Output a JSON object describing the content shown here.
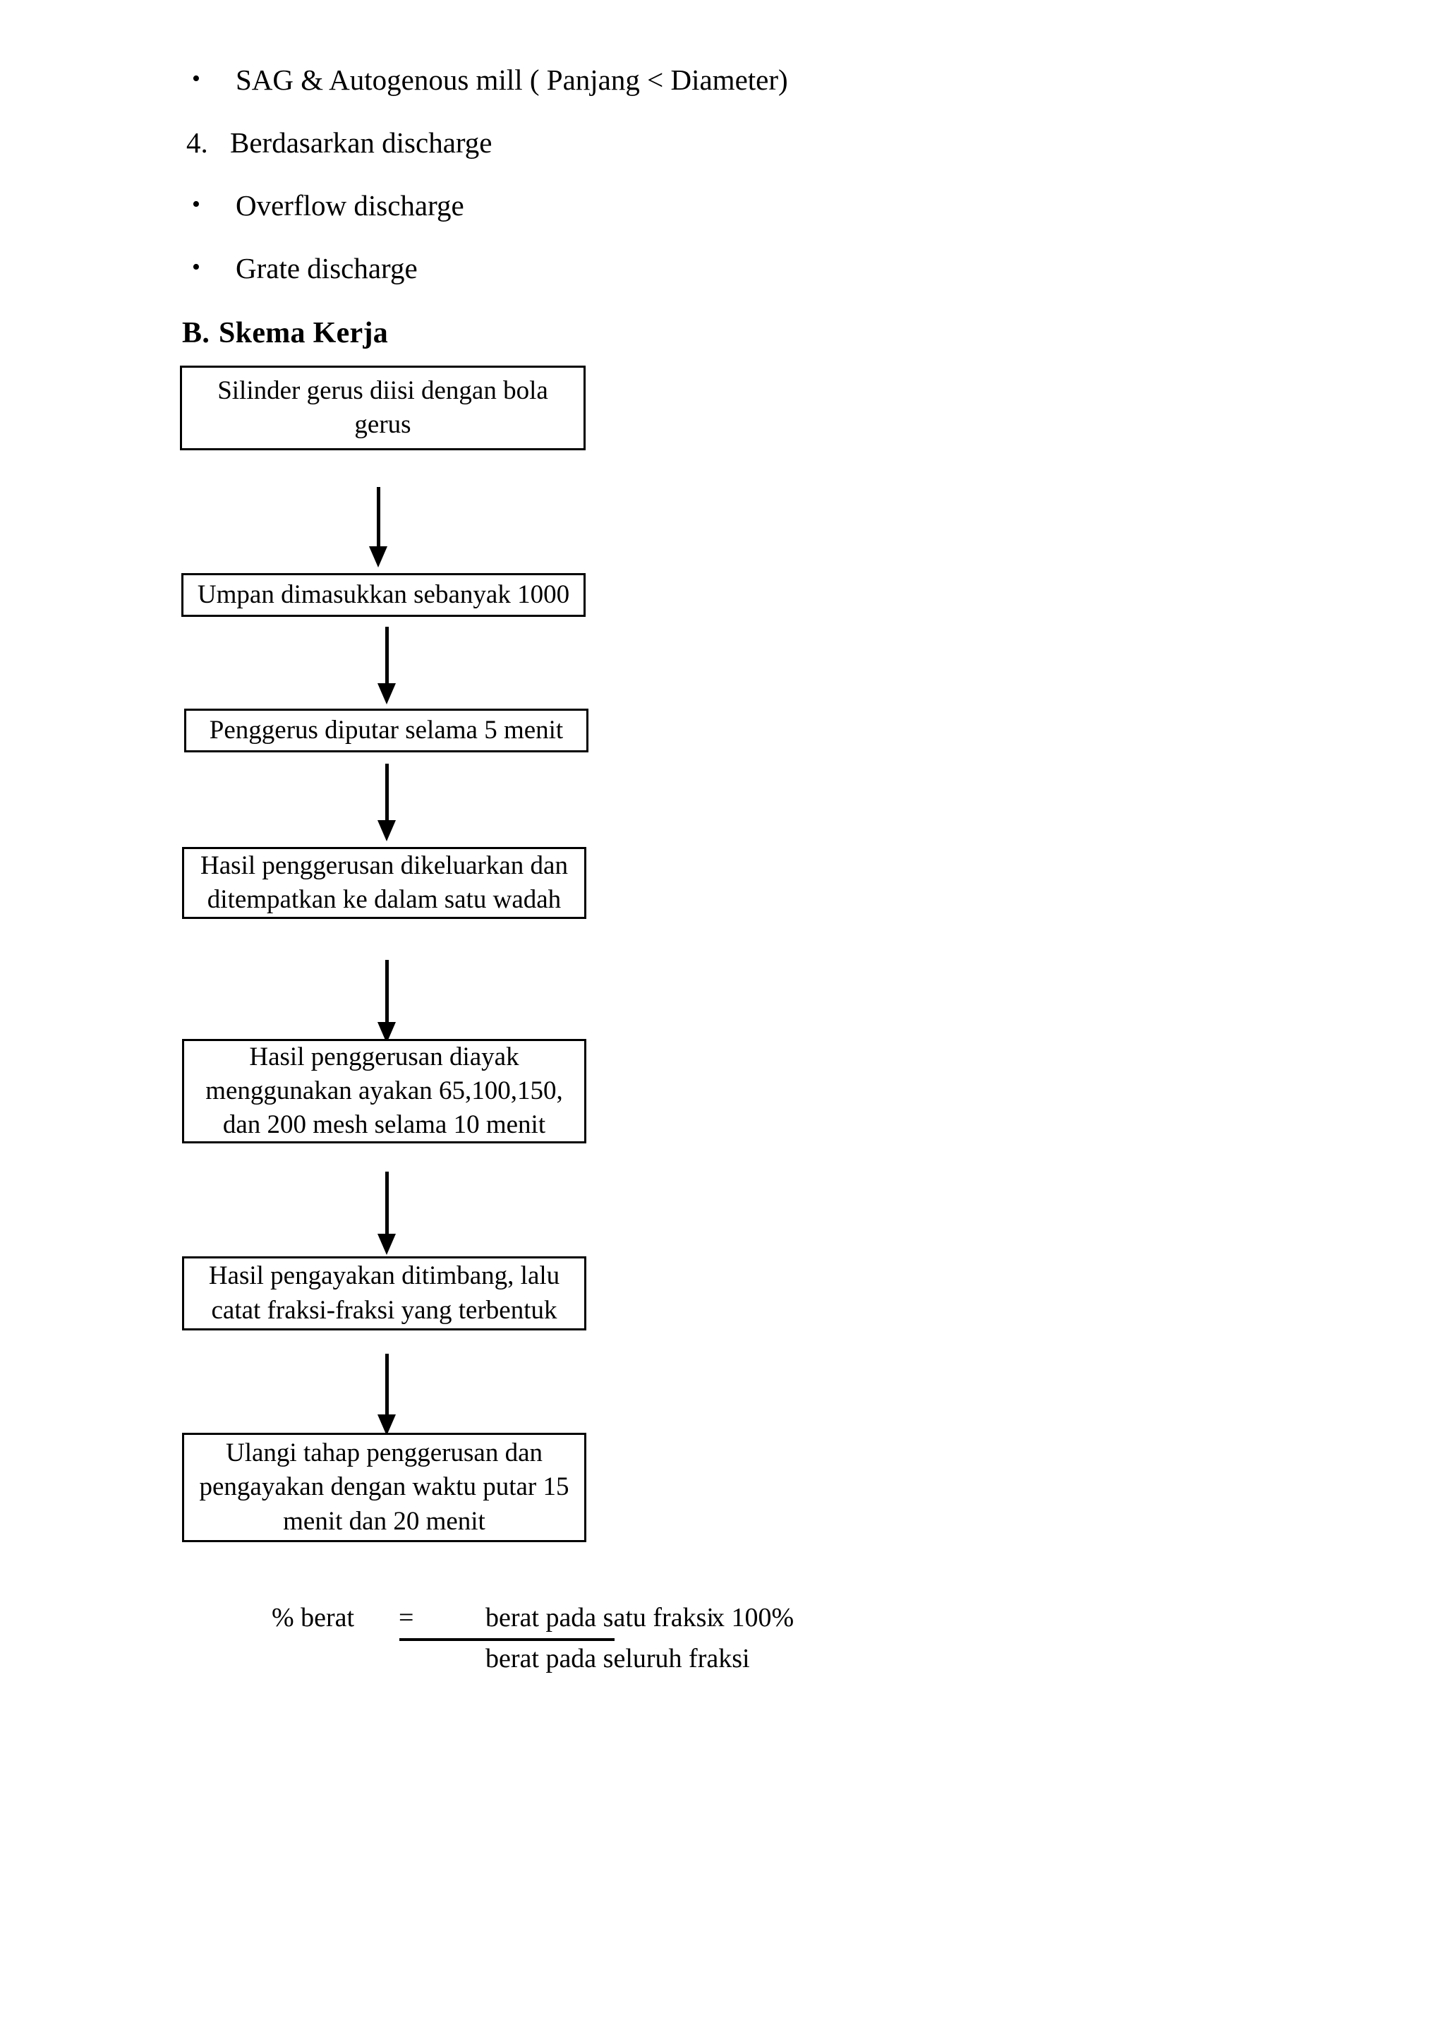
{
  "list": {
    "items": [
      {
        "marker": "•",
        "marker_type": "bullet",
        "text": "SAG & Autogenous mill ( Panjang < Diameter)"
      },
      {
        "marker": "4.",
        "marker_type": "number",
        "text": "Berdasarkan discharge"
      },
      {
        "marker": "•",
        "marker_type": "bullet",
        "text": "Overflow discharge"
      },
      {
        "marker": "•",
        "marker_type": "bullet",
        "text": "Grate discharge"
      }
    ]
  },
  "section": {
    "letter": "B.",
    "title": "Skema Kerja"
  },
  "flowchart": {
    "boxes": [
      {
        "text": "Silinder gerus diisi dengan bola gerus"
      },
      {
        "text": "Umpan dimasukkan sebanyak 1000"
      },
      {
        "text": "Penggerus diputar selama 5 menit"
      },
      {
        "text": "Hasil penggerusan dikeluarkan dan ditempatkan ke dalam satu wadah"
      },
      {
        "text": "Hasil penggerusan diayak menggunakan ayakan 65,100,150, dan 200 mesh selama 10 menit"
      },
      {
        "text": "Hasil pengayakan ditimbang, lalu catat fraksi-fraksi yang terbentuk"
      },
      {
        "text": "Ulangi tahap penggerusan dan pengayakan dengan waktu putar 15 menit dan 20 menit"
      }
    ]
  },
  "formula": {
    "label": "% berat",
    "equals": "=",
    "numerator": "berat pada satu fraksi",
    "denominator": "berat pada seluruh fraksi",
    "multiplier": "x 100%"
  },
  "colors": {
    "ink": "#000000",
    "paper": "#ffffff"
  }
}
